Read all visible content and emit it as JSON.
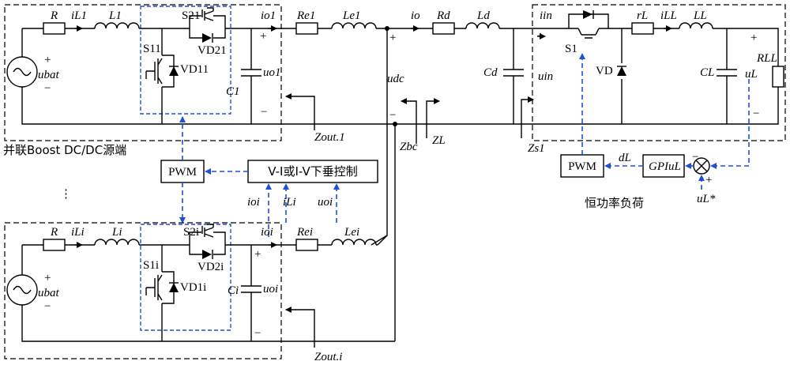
{
  "labels": {
    "R_top": "R",
    "iL1": "iL1",
    "L1": "L1",
    "S21": "S21",
    "io1": "io1",
    "Re1": "Re1",
    "Le1": "Le1",
    "io": "io",
    "Rd": "Rd",
    "Ld": "Ld",
    "iin": "iin",
    "rL": "rL",
    "iLL": "iLL",
    "LL": "LL",
    "S11": "S11",
    "VD11": "VD11",
    "VD21": "VD21",
    "C1": "C1",
    "uo1": "uo1",
    "ubat_top": "ubat",
    "udc": "udc",
    "Cd": "Cd",
    "uin": "uin",
    "S1": "S1",
    "VD": "VD",
    "CL": "CL",
    "uL": "uL",
    "RLL": "RLL",
    "Zout1": "Zout.1",
    "Zbc": "Zbc",
    "ZL": "ZL",
    "Zs1": "Zs1",
    "parallel_boost": "并联Boost DC/DC源端",
    "pwm_left": "PWM",
    "droop": "V-I或I-V下垂控制",
    "pwm_right": "PWM",
    "dL": "dL",
    "GPIuL": "GPIuL",
    "uL_star": "uL*",
    "ioi_in": "ioi",
    "iLi_in": "iLi",
    "uoi_in": "uoi",
    "cpl": "恒功率负荷",
    "dots": "⋮",
    "R_bot": "R",
    "iLi": "iLi",
    "Li": "Li",
    "S2i": "S2i",
    "ioi": "ioi",
    "Rei": "Rei",
    "Lei": "Lei",
    "S1i": "S1i",
    "VD1i": "VD1i",
    "VD2i": "VD2i",
    "Ci": "Ci",
    "uoi": "uoi",
    "ubat_bot": "ubat",
    "Zouti": "Zout.i",
    "plus": "+",
    "minus": "−"
  },
  "colors": {
    "wire": "#000000",
    "control_signal": "#1f4fd6",
    "background": "#ffffff"
  }
}
